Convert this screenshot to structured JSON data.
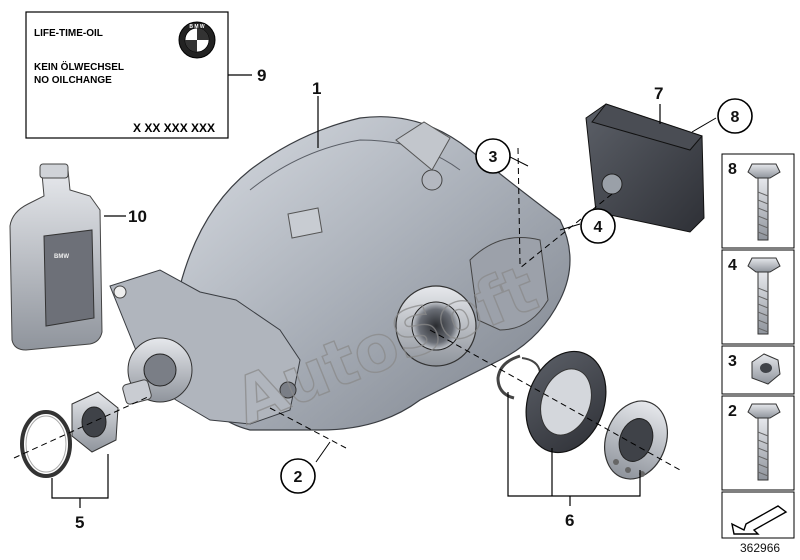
{
  "oil_label": {
    "line1": "LIFE-TIME-OIL",
    "line2": "KEIN ÖLWECHSEL",
    "line3": "NO OILCHANGE",
    "part_number": "X XX XXX XXX",
    "logo_text": "B M W"
  },
  "bottle_label": "BMW",
  "callouts": {
    "c1": "1",
    "c2": "2",
    "c3": "3",
    "c4": "4",
    "c5": "5",
    "c6": "6",
    "c7": "7",
    "c8": "8",
    "c9": "9",
    "c10": "10"
  },
  "legend": [
    {
      "num": "8"
    },
    {
      "num": "4"
    },
    {
      "num": "3"
    },
    {
      "num": "2"
    }
  ],
  "watermark": "AutoSoft",
  "doc_number": "362966"
}
